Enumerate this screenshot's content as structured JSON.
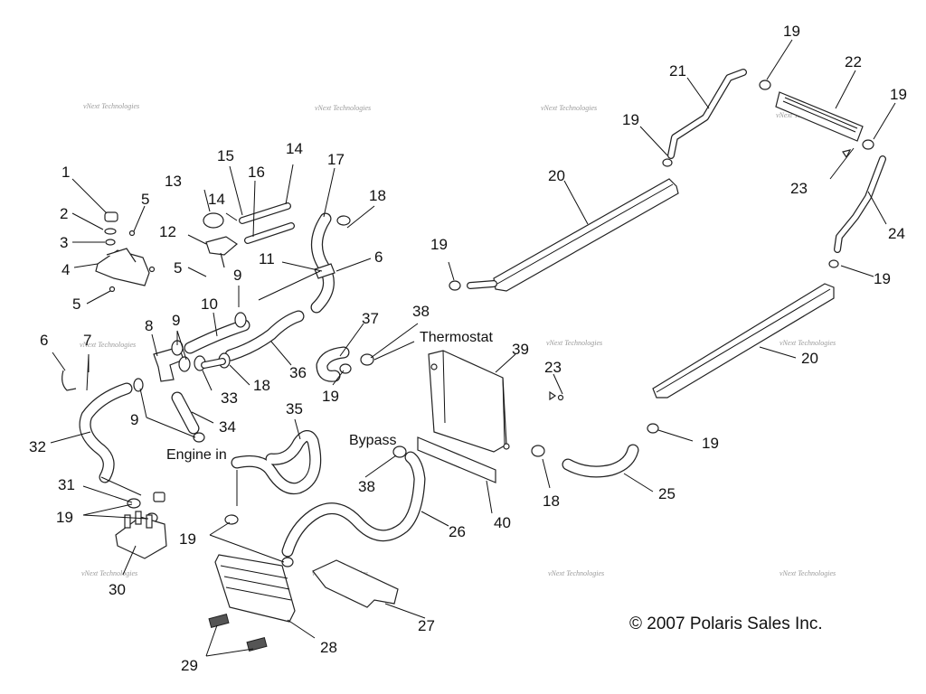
{
  "watermark": "vNext Technologies",
  "copyright": "© 2007 Polaris Sales Inc.",
  "labels": {
    "thermostat": "Thermostat",
    "bypass": "Bypass",
    "engine_in": "Engine in"
  },
  "callouts": [
    "1",
    "2",
    "3",
    "4",
    "5",
    "5",
    "5",
    "6",
    "6",
    "7",
    "8",
    "9",
    "9",
    "9",
    "10",
    "11",
    "12",
    "13",
    "14",
    "14",
    "15",
    "16",
    "17",
    "18",
    "18",
    "18",
    "19",
    "19",
    "19",
    "19",
    "19",
    "19",
    "19",
    "19",
    "19",
    "20",
    "20",
    "21",
    "22",
    "23",
    "23",
    "24",
    "25",
    "26",
    "27",
    "28",
    "29",
    "30",
    "31",
    "32",
    "33",
    "34",
    "35",
    "36",
    "37",
    "38",
    "38",
    "39",
    "40"
  ]
}
